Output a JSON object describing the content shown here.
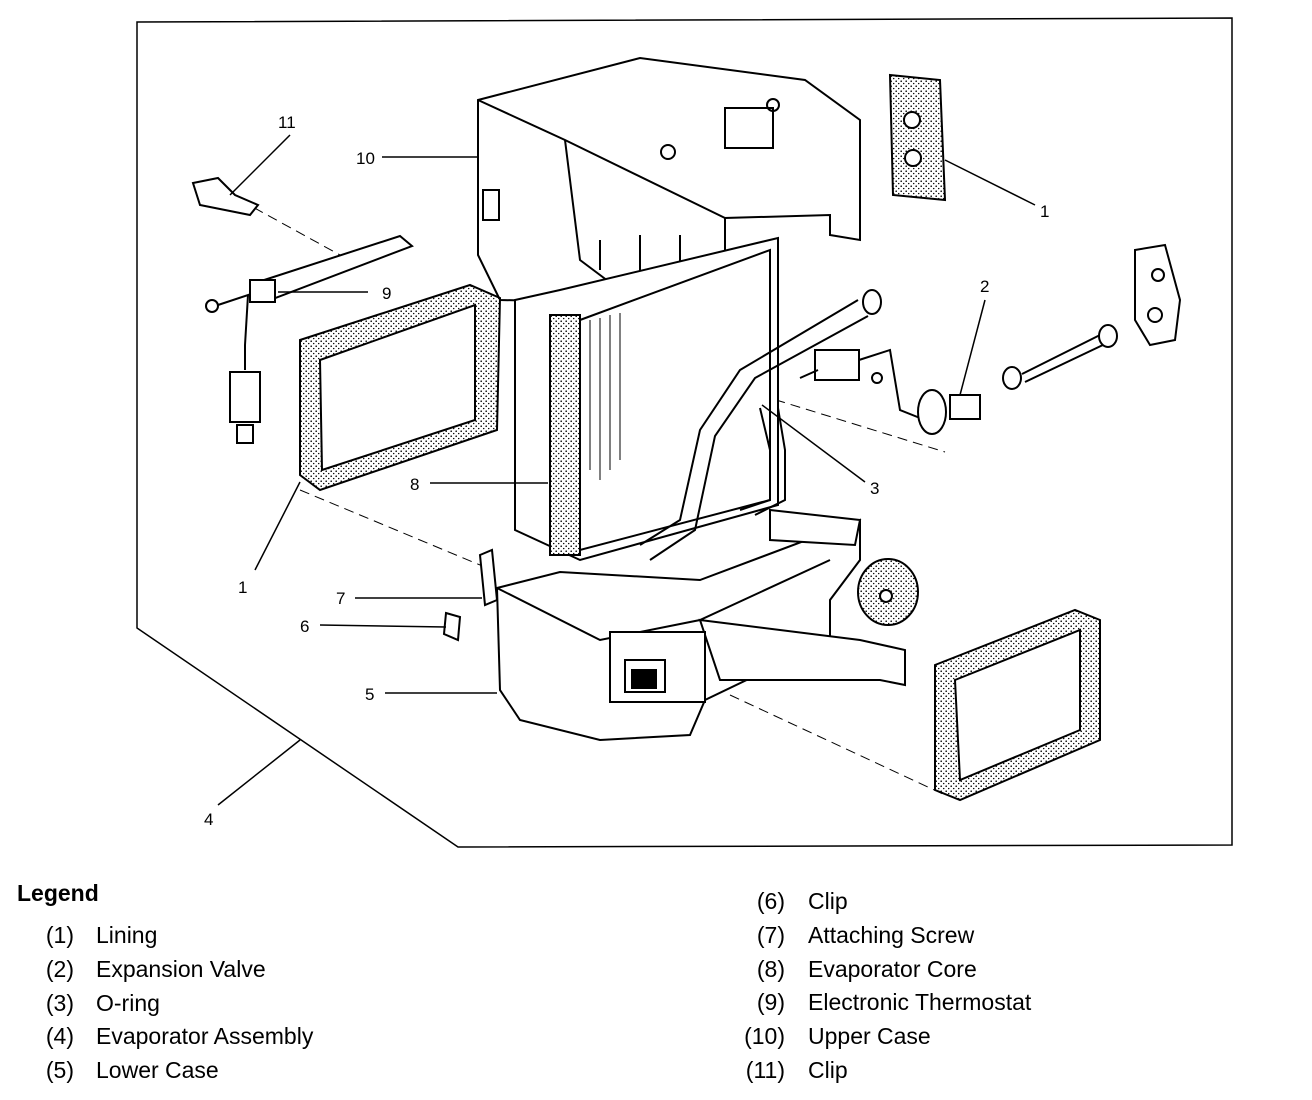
{
  "diagram": {
    "callouts": [
      "1",
      "2",
      "3",
      "1",
      "7",
      "6",
      "5",
      "4",
      "8",
      "9",
      "10",
      "11"
    ]
  },
  "legend": {
    "title": "Legend",
    "items": [
      {
        "num": "(1)",
        "label": "Lining"
      },
      {
        "num": "(2)",
        "label": "Expansion Valve"
      },
      {
        "num": "(3)",
        "label": "O-ring"
      },
      {
        "num": "(4)",
        "label": "Evaporator Assembly"
      },
      {
        "num": "(5)",
        "label": "Lower Case"
      },
      {
        "num": "(6)",
        "label": "Clip"
      },
      {
        "num": "(7)",
        "label": "Attaching Screw"
      },
      {
        "num": "(8)",
        "label": "Evaporator Core"
      },
      {
        "num": "(9)",
        "label": "Electronic Thermostat"
      },
      {
        "num": "(10)",
        "label": "Upper Case"
      },
      {
        "num": "(11)",
        "label": "Clip"
      }
    ]
  }
}
